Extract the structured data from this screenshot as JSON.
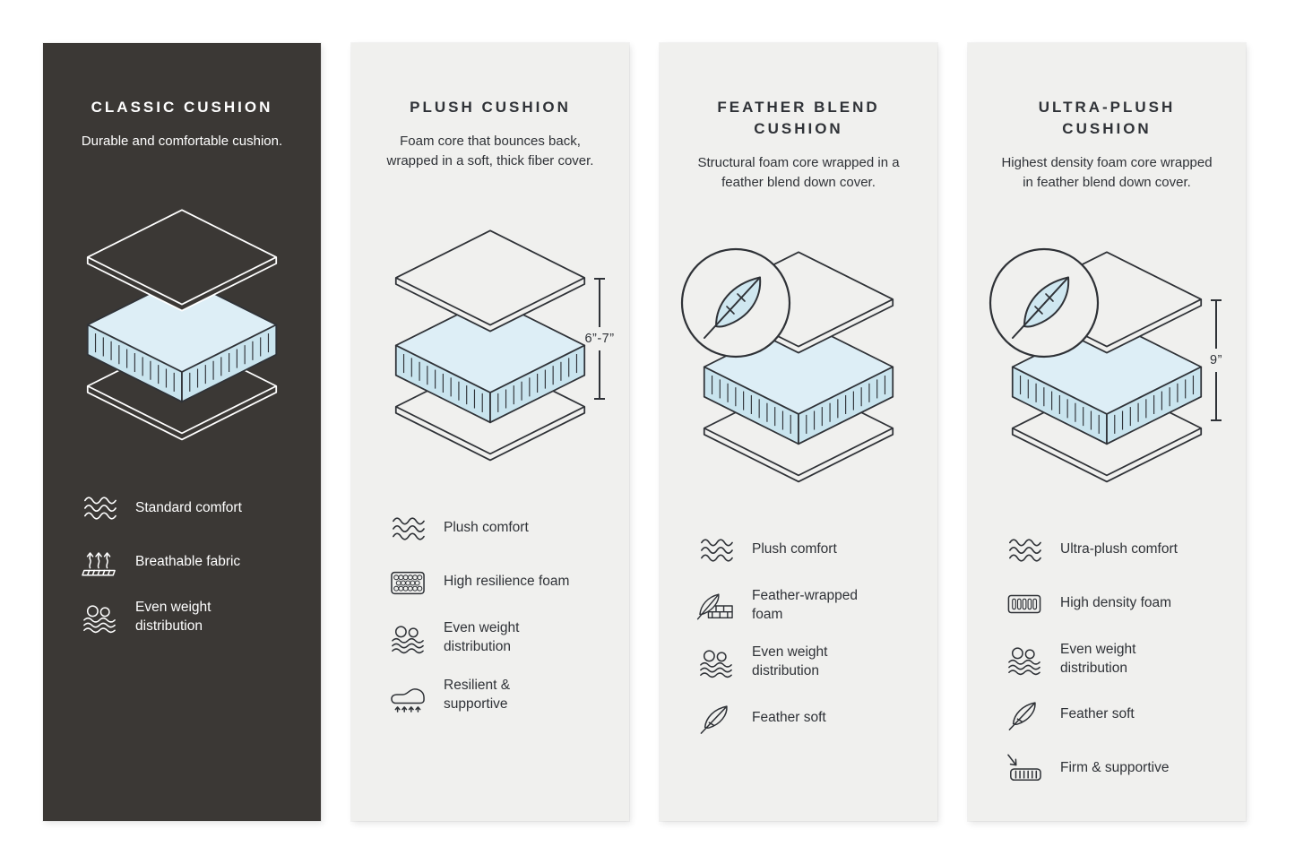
{
  "colors": {
    "background": "#ffffff",
    "dark_panel": "#3b3835",
    "light_panel": "#f0f0ee",
    "ink": "#2f3237",
    "foam_blue_side": "#c9e4ee",
    "foam_blue_top": "#ddeef6",
    "text_on_dark": "#ffffff"
  },
  "cards": [
    {
      "id": "classic",
      "theme": "dark",
      "title": "CLASSIC CUSHION",
      "description": "Durable and comfortable cushion.",
      "diagram": {
        "type": "layered-cushion",
        "feather_badge": false,
        "dimension_label": ""
      },
      "features": [
        {
          "icon": "waves-icon",
          "label": "Standard comfort"
        },
        {
          "icon": "breathable-icon",
          "label": "Breathable fabric"
        },
        {
          "icon": "weight-distribution-icon",
          "label": "Even weight distribution"
        }
      ]
    },
    {
      "id": "plush",
      "theme": "light",
      "title": "PLUSH CUSHION",
      "description": "Foam core that bounces back, wrapped in a soft, thick fiber cover.",
      "diagram": {
        "type": "layered-cushion",
        "feather_badge": false,
        "dimension_label": "6”-7”"
      },
      "features": [
        {
          "icon": "waves-icon",
          "label": "Plush comfort"
        },
        {
          "icon": "foam-cells-icon",
          "label": "High resilience foam"
        },
        {
          "icon": "weight-distribution-icon",
          "label": "Even weight distribution"
        },
        {
          "icon": "resilient-icon",
          "label": "Resilient & supportive"
        }
      ]
    },
    {
      "id": "feather-blend",
      "theme": "light",
      "title": "FEATHER BLEND CUSHION",
      "description": "Structural foam core wrapped in a feather blend down cover.",
      "diagram": {
        "type": "layered-cushion",
        "feather_badge": true,
        "dimension_label": ""
      },
      "features": [
        {
          "icon": "waves-icon",
          "label": "Plush comfort"
        },
        {
          "icon": "feather-foam-icon",
          "label": "Feather-wrapped foam"
        },
        {
          "icon": "weight-distribution-icon",
          "label": "Even weight distribution"
        },
        {
          "icon": "feather-icon",
          "label": "Feather soft"
        }
      ]
    },
    {
      "id": "ultra-plush",
      "theme": "light",
      "title": "ULTRA-PLUSH CUSHION",
      "description": "Highest density foam core wrapped in feather blend down cover.",
      "diagram": {
        "type": "layered-cushion",
        "feather_badge": true,
        "dimension_label": "9”"
      },
      "features": [
        {
          "icon": "waves-icon",
          "label": "Ultra-plush comfort"
        },
        {
          "icon": "density-foam-icon",
          "label": "High density foam"
        },
        {
          "icon": "weight-distribution-icon",
          "label": "Even weight distribution"
        },
        {
          "icon": "feather-icon",
          "label": "Feather soft"
        },
        {
          "icon": "firm-icon",
          "label": "Firm & supportive"
        }
      ]
    }
  ]
}
